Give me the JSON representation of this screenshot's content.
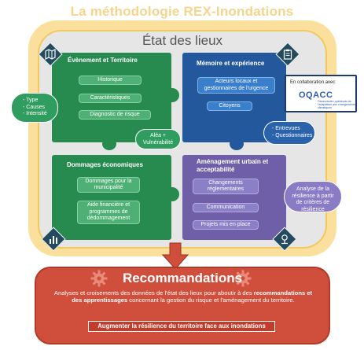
{
  "title": "La méthodologie REX-Inondations",
  "section_title": "État des lieux",
  "quadrants": [
    {
      "title": "Évènement et Territoire",
      "items": [
        "Historique",
        "Caractéristiques",
        "Diagnostic de risque"
      ],
      "color": "#278b50"
    },
    {
      "title": "Mémoire et expérience",
      "items": [
        "Acteurs locaux et gestionnaires de l'urgence",
        "Citoyens"
      ],
      "color": "#23599c"
    },
    {
      "title": "Dommages économiques",
      "items": [
        "Dommages pour la municipalité",
        "Aide financière et programmes de dédommagement"
      ],
      "color": "#278b50"
    },
    {
      "title": "Aménagement urbain et acceptabilité",
      "items": [
        "Changements réglementaires",
        "Communication",
        "Projets mis en place"
      ],
      "color": "#6e5fa8"
    }
  ],
  "bubbles": {
    "left": [
      "Type",
      "Causes",
      "Intensité"
    ],
    "alea": "Aléa + Vulnérabilité",
    "right": [
      "Entrevues",
      "Questionnaires"
    ],
    "resilience": "Analyse de la résilience à partir de critères de résilience"
  },
  "collab": {
    "label": "En collaboration avec",
    "logo": "OQACC",
    "sub": "Observatoire québécois de l'adaptation aux changements climatiques"
  },
  "recommendations": {
    "title": "Recommandations",
    "text_1": "Analyses et croisements des données de l'état des lieux pour aboutir à des ",
    "text_bold": "recommandations et des apprentissages",
    "text_2": " concernant la gestion du risque et l'aménagement du territoire.",
    "banner": "Augmenter la résilience du territoire face aux inondations"
  },
  "icons": [
    "map-icon",
    "clipboard-icon",
    "bar-chart-icon",
    "tree-icon",
    "gear-icon",
    "arrow-down-icon"
  ],
  "colors": {
    "title": "#f5d48c",
    "frame": "#fbdf9c",
    "green": "#278b50",
    "blue": "#23599c",
    "purple": "#6e5fa8",
    "red": "#d04f3c"
  }
}
